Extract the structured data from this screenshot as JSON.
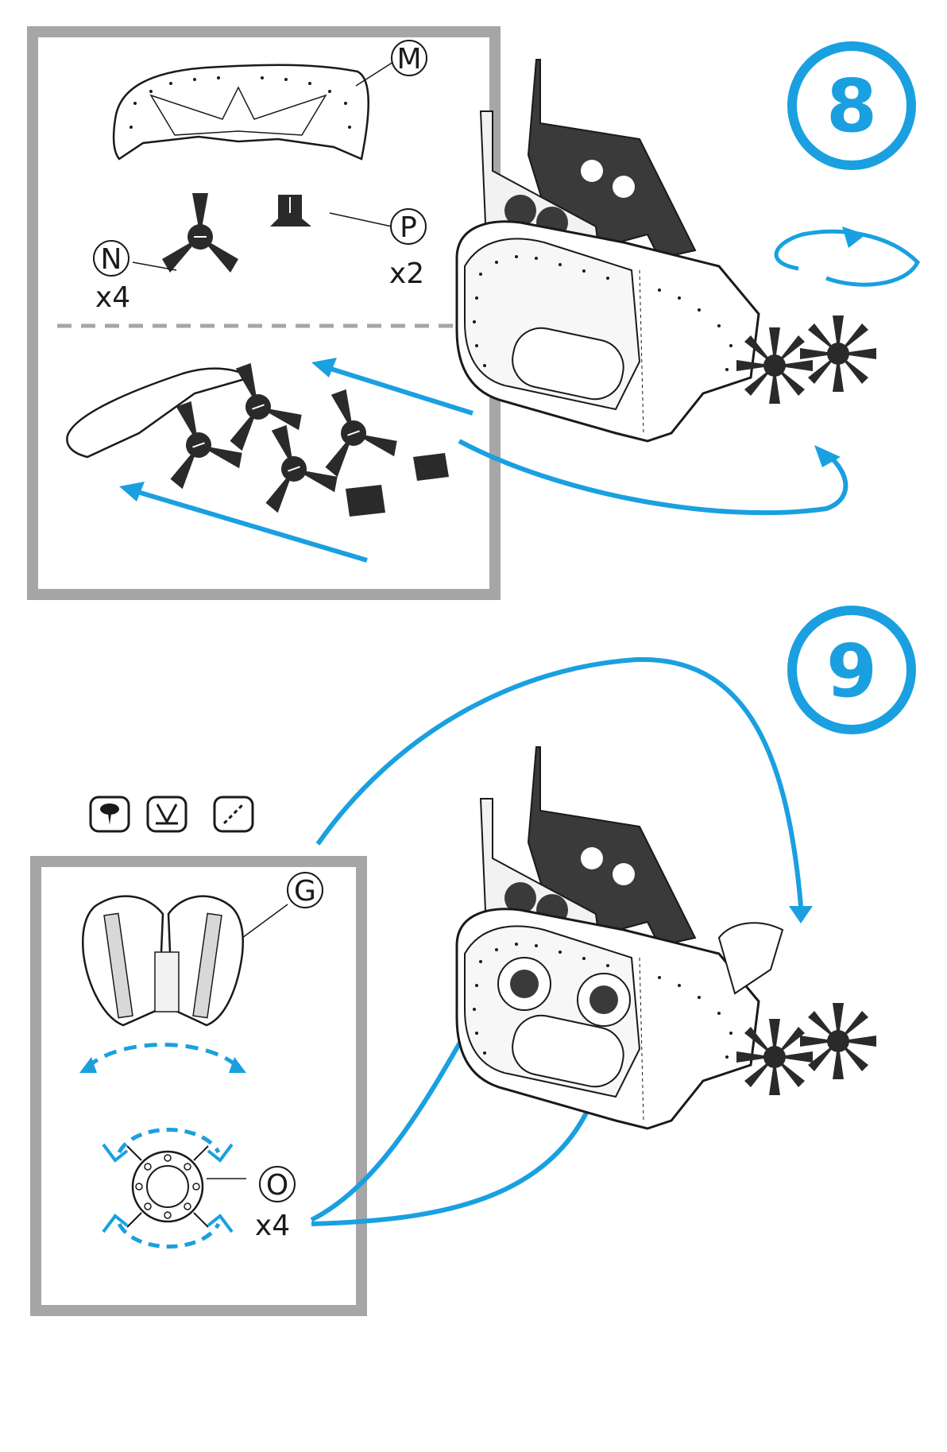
{
  "steps": [
    {
      "number": "8",
      "parts": [
        {
          "letter": "M"
        },
        {
          "letter": "N",
          "quantity": "x4"
        },
        {
          "letter": "P",
          "quantity": "x2"
        }
      ]
    },
    {
      "number": "9",
      "tools": [
        "glue-icon",
        "fold-icon",
        "score-line-icon"
      ],
      "parts": [
        {
          "letter": "G"
        },
        {
          "letter": "O",
          "quantity": "x4"
        }
      ]
    }
  ],
  "colors": {
    "accent": "#1aa0e0",
    "panel_border": "#a6a6a6",
    "part_dark": "#2a2a2a",
    "line": "#1a1a1a"
  }
}
